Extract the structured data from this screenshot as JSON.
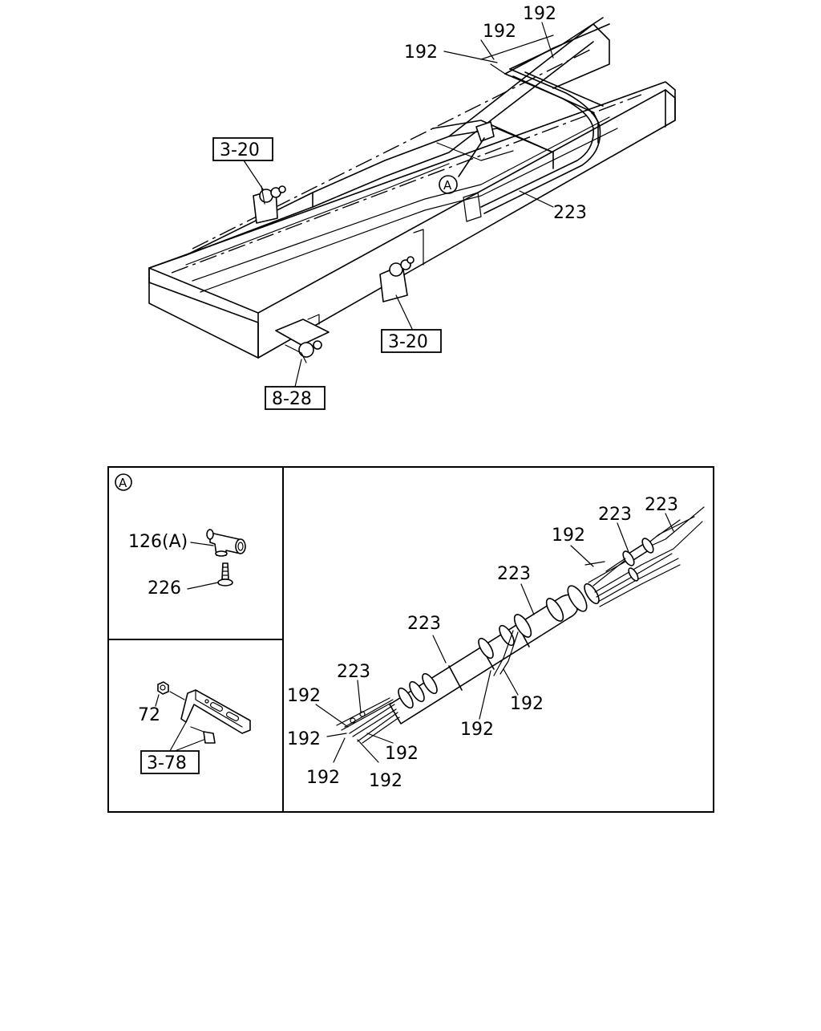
{
  "detail_marker": "A",
  "labels": {
    "top_192_a": "192",
    "top_192_b": "192",
    "top_192_c": "192",
    "top_223": "223",
    "box_3_20_left": "3-20",
    "box_3_20_right": "3-20",
    "box_8_28": "8-28",
    "a_126": "126(A)",
    "a_226": "226",
    "b_72": "72",
    "box_3_78": "3-78",
    "h_223_a": "223",
    "h_223_b": "223",
    "h_223_c": "223",
    "h_223_d": "223",
    "h_192_a": "192",
    "h_192_b": "192",
    "h_192_c": "192",
    "h_192_d": "192",
    "h_192_e": "192",
    "h_192_f": "192",
    "h_192_g": "192",
    "h_192_h": "192"
  }
}
